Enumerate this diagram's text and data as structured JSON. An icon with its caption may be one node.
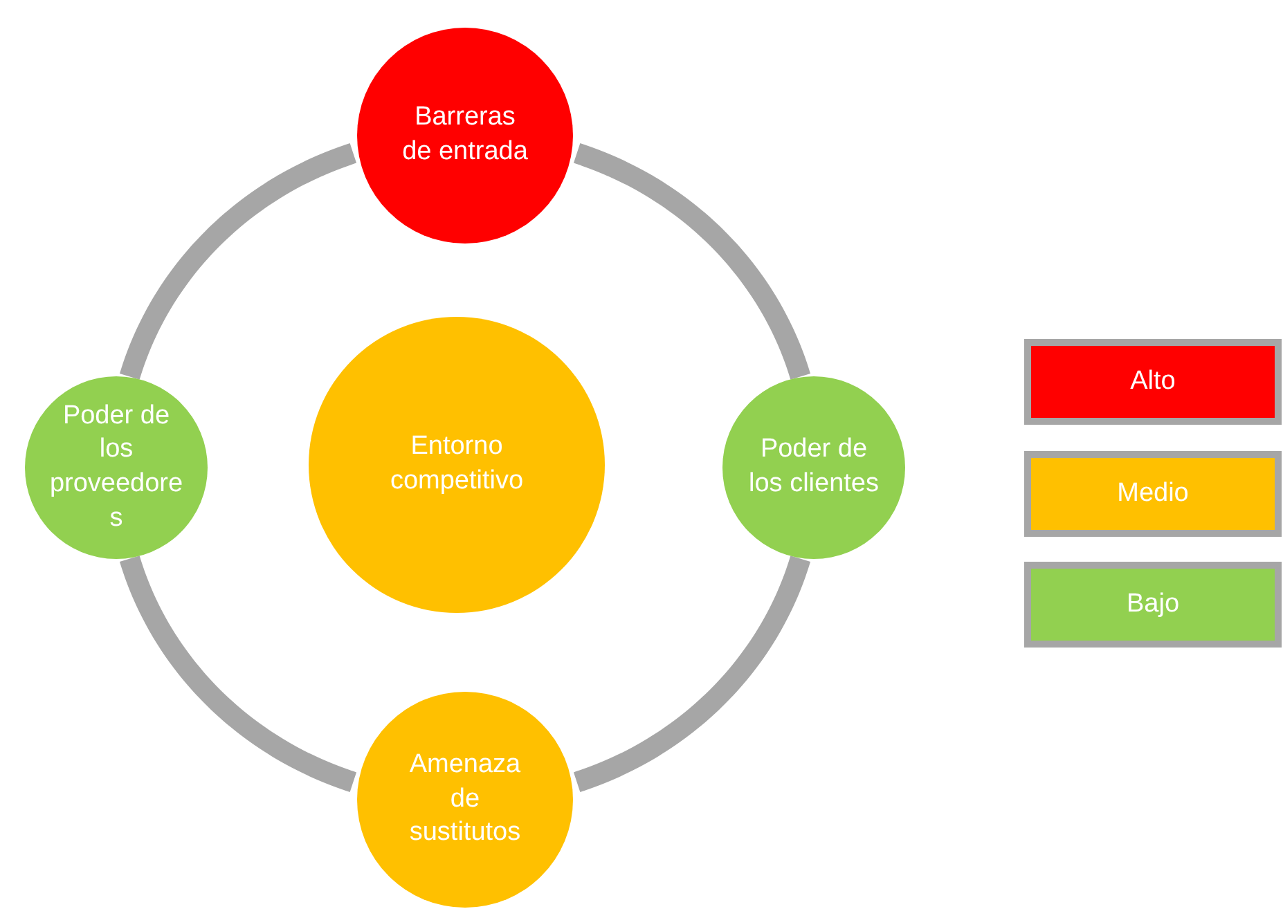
{
  "diagram": {
    "nodes": [
      {
        "text": [
          "Barreras de entrada"
        ]
      },
      {
        "text": [
          "Poder de los proveedores"
        ]
      },
      {
        "text": [
          "Entorno competitivo"
        ]
      },
      {
        "text": [
          "Poder de los clientes"
        ]
      },
      {
        "text": [
          "Amenaza de sustitutos"
        ]
      }
    ],
    "edges": [
      {
        "from": 0,
        "to": 3,
        "arrow": "none"
      },
      {
        "from": 3,
        "to": 4,
        "arrow": "none"
      },
      {
        "from": 4,
        "to": 1,
        "arrow": "none"
      },
      {
        "from": 1,
        "to": 0,
        "arrow": "none"
      }
    ],
    "legend": [
      {
        "text": "Alto",
        "color": "#ff0000"
      },
      {
        "text": "Medio",
        "color": "#ffc000"
      },
      {
        "text": "Bajo",
        "color": "#92d050"
      }
    ]
  }
}
